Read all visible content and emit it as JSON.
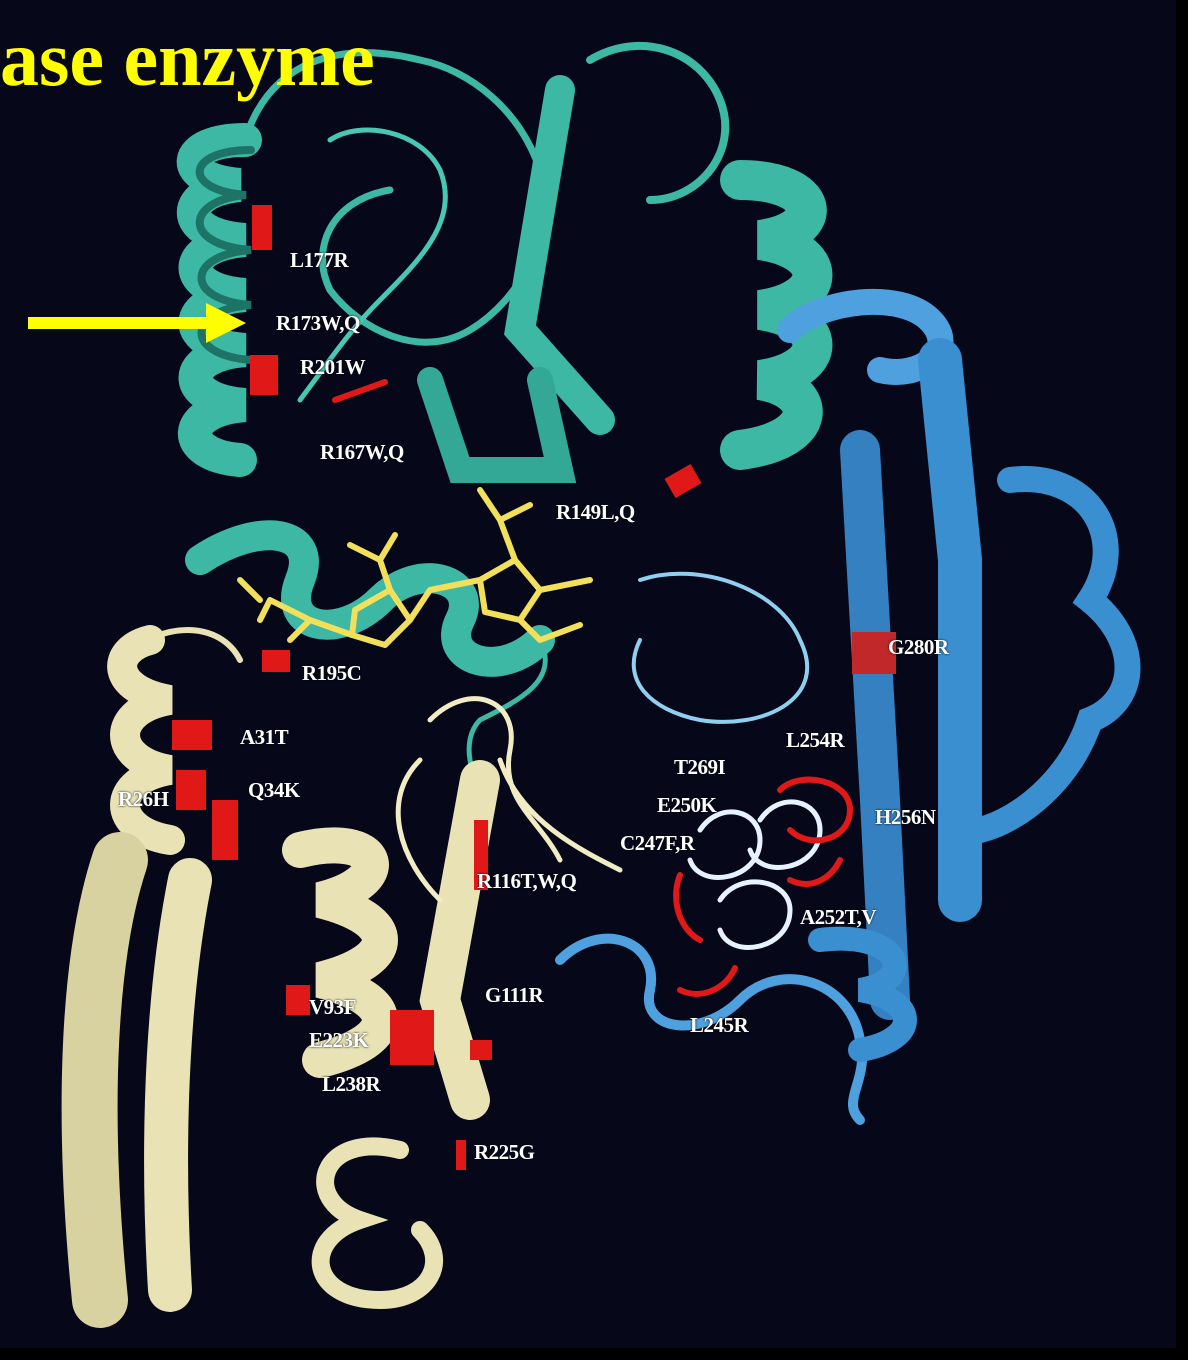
{
  "title": "ase enzyme",
  "colors": {
    "background": "#000000",
    "panel": "#0b0f24",
    "domain_upper": "#3cb8a4",
    "domain_lower": "#e8e2b4",
    "domain_right": "#3a8fd0",
    "ligand": "#f2e05a",
    "mutation": "#e01818",
    "arrow": "#ffff00",
    "label": "#ffffff"
  },
  "mutations": [
    {
      "id": "l177r",
      "label": "L177R"
    },
    {
      "id": "r173wq",
      "label": "R173W,Q"
    },
    {
      "id": "r201w",
      "label": "R201W"
    },
    {
      "id": "r167wq",
      "label": "R167W,Q"
    },
    {
      "id": "r149lq",
      "label": "R149L,Q"
    },
    {
      "id": "g280r",
      "label": "G280R"
    },
    {
      "id": "r195c",
      "label": "R195C"
    },
    {
      "id": "a31t",
      "label": "A31T"
    },
    {
      "id": "l254r",
      "label": "L254R"
    },
    {
      "id": "t269i",
      "label": "T269I"
    },
    {
      "id": "r26h",
      "label": "R26H"
    },
    {
      "id": "q34k",
      "label": "Q34K"
    },
    {
      "id": "e250k",
      "label": "E250K"
    },
    {
      "id": "h256n",
      "label": "H256N"
    },
    {
      "id": "c247fr",
      "label": "C247F,R"
    },
    {
      "id": "r116twq",
      "label": "R116T,W,Q"
    },
    {
      "id": "a252tv",
      "label": "A252T,V"
    },
    {
      "id": "v93f",
      "label": "V93F"
    },
    {
      "id": "g111r",
      "label": "G111R"
    },
    {
      "id": "l245r",
      "label": "L245R"
    },
    {
      "id": "e223k",
      "label": "E223K"
    },
    {
      "id": "l238r",
      "label": "L238R"
    },
    {
      "id": "r225g",
      "label": "R225G"
    }
  ]
}
